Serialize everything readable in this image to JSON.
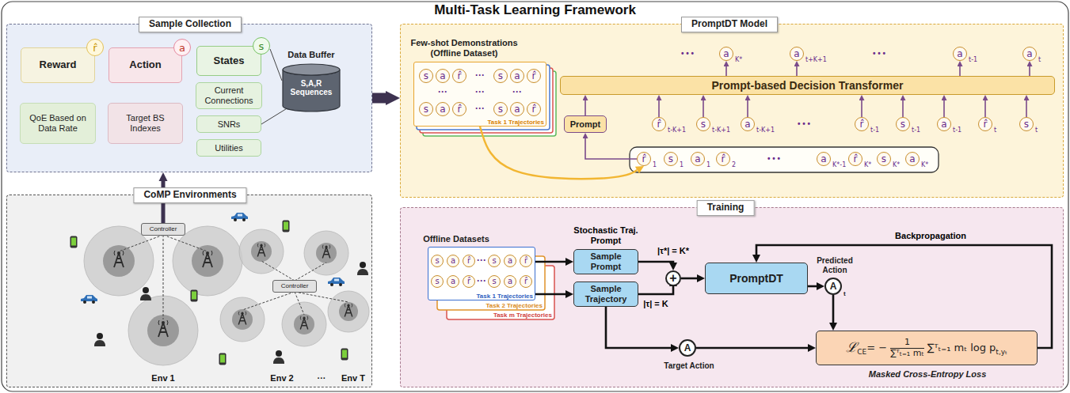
{
  "diagram": {
    "title": "Multi-Task Learning Framework",
    "nodes": [
      {
        "text": [
          "Sample Collection"
        ]
      },
      {
        "text": [
          "Reward"
        ],
        "in": 0
      },
      {
        "text": [
          "r̂"
        ],
        "in": 1
      },
      {
        "text": [
          "Action"
        ],
        "in": 0
      },
      {
        "text": [
          "a"
        ],
        "in": 3
      },
      {
        "text": [
          "States"
        ],
        "in": 0
      },
      {
        "text": [
          "s"
        ],
        "in": 5
      },
      {
        "text": [
          "Current Connections"
        ],
        "in": 0
      },
      {
        "text": [
          "QoE Based on Data Rate"
        ],
        "in": 0
      },
      {
        "text": [
          "Target BS Indexes"
        ],
        "in": 0
      },
      {
        "text": [
          "SNRs"
        ],
        "in": 0
      },
      {
        "text": [
          "Utilities"
        ],
        "in": 0
      },
      {
        "text": [
          "Data Buffer",
          "S,A,R Sequences"
        ],
        "in": 0
      },
      {
        "text": [
          "CoMP Environments"
        ]
      },
      {
        "text": [
          "Controller"
        ],
        "in": 13
      },
      {
        "text": [
          "Controller"
        ],
        "in": 13
      },
      {
        "text": [
          "PromptDT Model"
        ]
      },
      {
        "text": [
          "Few-shot Demonstrations (Offline Dataset)",
          "Task 1 Trajectories"
        ],
        "in": 16
      },
      {
        "text": [
          "s"
        ],
        "in": 17
      },
      {
        "text": [
          "a"
        ],
        "in": 17
      },
      {
        "text": [
          "r̂"
        ],
        "in": 17
      },
      {
        "text": [
          "s"
        ],
        "in": 17
      },
      {
        "text": [
          "a"
        ],
        "in": 17
      },
      {
        "text": [
          "r̂"
        ],
        "in": 17
      },
      {
        "text": [
          "s"
        ],
        "in": 17
      },
      {
        "text": [
          "a"
        ],
        "in": 17
      },
      {
        "text": [
          "r̂"
        ],
        "in": 17
      },
      {
        "text": [
          "s"
        ],
        "in": 17
      },
      {
        "text": [
          "a"
        ],
        "in": 17
      },
      {
        "text": [
          "r̂"
        ],
        "in": 17
      },
      {
        "text": [
          "Prompt-based Decision Transformer"
        ],
        "in": 16
      },
      {
        "text": [
          "a",
          "K*"
        ],
        "in": 16
      },
      {
        "text": [
          "a",
          "t+K+1"
        ],
        "in": 16
      },
      {
        "text": [
          "a",
          "t-1"
        ],
        "in": 16
      },
      {
        "text": [
          "a",
          "t"
        ],
        "in": 16
      },
      {
        "text": [
          "Prompt"
        ],
        "in": 16
      },
      {
        "text": [
          "r̂",
          "t-K+1"
        ],
        "in": 16
      },
      {
        "text": [
          "s",
          "t-K+1"
        ],
        "in": 16
      },
      {
        "text": [
          "a",
          "t-K+1"
        ],
        "in": 16
      },
      {
        "text": [
          "r̂",
          "t-1"
        ],
        "in": 16
      },
      {
        "text": [
          "s",
          "t-1"
        ],
        "in": 16
      },
      {
        "text": [
          "a",
          "t-1"
        ],
        "in": 16
      },
      {
        "text": [
          "r̂",
          "t"
        ],
        "in": 16
      },
      {
        "text": [
          "s",
          "t"
        ],
        "in": 16
      },
      {
        "text": [
          "r̂",
          "1"
        ],
        "in": 16
      },
      {
        "text": [
          "s",
          "1"
        ],
        "in": 16
      },
      {
        "text": [
          "a",
          "1"
        ],
        "in": 16
      },
      {
        "text": [
          "r̂",
          "2"
        ],
        "in": 16
      },
      {
        "text": [
          "a",
          "K*-1"
        ],
        "in": 16
      },
      {
        "text": [
          "r̂",
          "K*"
        ],
        "in": 16
      },
      {
        "text": [
          "s",
          "K*"
        ],
        "in": 16
      },
      {
        "text": [
          "a",
          "K*"
        ],
        "in": 16
      },
      {
        "text": [
          "Training"
        ]
      },
      {
        "text": [
          "Offline Datasets",
          "Task 1 Trajectories",
          "Task 2 Trajectories",
          "Task m Trajectories"
        ],
        "in": 52
      },
      {
        "text": [
          "s"
        ],
        "in": 53
      },
      {
        "text": [
          "a"
        ],
        "in": 53
      },
      {
        "text": [
          "r̂"
        ],
        "in": 53
      },
      {
        "text": [
          "s"
        ],
        "in": 53
      },
      {
        "text": [
          "a"
        ],
        "in": 53
      },
      {
        "text": [
          "r̂"
        ],
        "in": 53
      },
      {
        "text": [
          "s"
        ],
        "in": 53
      },
      {
        "text": [
          "a"
        ],
        "in": 53
      },
      {
        "text": [
          "r̂"
        ],
        "in": 53
      },
      {
        "text": [
          "s"
        ],
        "in": 53
      },
      {
        "text": [
          "a"
        ],
        "in": 53
      },
      {
        "text": [
          "r̂"
        ],
        "in": 53
      },
      {
        "text": [
          "Sample Prompt"
        ],
        "in": 52
      },
      {
        "text": [
          "Sample Trajectory"
        ],
        "in": 52
      },
      {
        "text": [
          "+"
        ],
        "in": 52
      },
      {
        "text": [
          "PromptDT"
        ],
        "in": 52
      },
      {
        "text": [
          "Predicted Action",
          "A",
          "t"
        ],
        "in": 52
      },
      {
        "text": [
          "A",
          "Target Action"
        ],
        "in": 52
      },
      {
        "text": [
          "ℒ",
          "CE",
          "= −",
          "1",
          "∑ᵀₜ₌₁ mₜ",
          "∑ᵀₜ₌₁ mₜ log p",
          "t,yₜ",
          "Masked Cross-Entropy Loss"
        ],
        "in": 52
      }
    ],
    "edges": [
      {
        "from": 13,
        "to": 0,
        "arrow": "to"
      },
      {
        "from": 0,
        "to": 16,
        "arrow": "to"
      },
      {
        "from": 6,
        "to": 12,
        "arrow": "none"
      },
      {
        "from": 10,
        "to": 12,
        "arrow": "none"
      },
      {
        "from": 17,
        "to": 44,
        "arrow": "to"
      },
      {
        "from": 44,
        "to": 35,
        "arrow": "to"
      },
      {
        "from": 35,
        "to": 30,
        "arrow": "to"
      },
      {
        "from": 36,
        "to": 30,
        "arrow": "to"
      },
      {
        "from": 37,
        "to": 30,
        "arrow": "to"
      },
      {
        "from": 38,
        "to": 30,
        "arrow": "to"
      },
      {
        "from": 39,
        "to": 30,
        "arrow": "to"
      },
      {
        "from": 40,
        "to": 30,
        "arrow": "to"
      },
      {
        "from": 41,
        "to": 30,
        "arrow": "to"
      },
      {
        "from": 42,
        "to": 30,
        "arrow": "to"
      },
      {
        "from": 43,
        "to": 30,
        "arrow": "to"
      },
      {
        "from": 30,
        "to": 31,
        "arrow": "to"
      },
      {
        "from": 30,
        "to": 32,
        "arrow": "to"
      },
      {
        "from": 30,
        "to": 33,
        "arrow": "to"
      },
      {
        "from": 30,
        "to": 34,
        "arrow": "to"
      },
      {
        "from": 53,
        "to": 66,
        "arrow": "to"
      },
      {
        "from": 53,
        "to": 67,
        "arrow": "to"
      },
      {
        "from": 66,
        "to": 68,
        "arrow": "to",
        "label": "|τ*| = K*"
      },
      {
        "from": 67,
        "to": 68,
        "arrow": "to",
        "label": "|τ| = K"
      },
      {
        "from": 68,
        "to": 69,
        "arrow": "to"
      },
      {
        "from": 67,
        "to": 71,
        "arrow": "to"
      },
      {
        "from": 69,
        "to": 70,
        "arrow": "to"
      },
      {
        "from": 70,
        "to": 72,
        "arrow": "to"
      },
      {
        "from": 71,
        "to": 72,
        "arrow": "to"
      },
      {
        "from": 72,
        "to": 69,
        "arrow": "to",
        "label": "Backpropagation"
      }
    ],
    "labels": [
      "Env 1",
      "Env 2",
      "···",
      "Env T",
      "···",
      "···",
      "···",
      "···",
      "···",
      "• • •",
      "• • •",
      "• • •",
      "• • •",
      "Stochastic Traj. Prompt",
      "···",
      "···"
    ]
  }
}
